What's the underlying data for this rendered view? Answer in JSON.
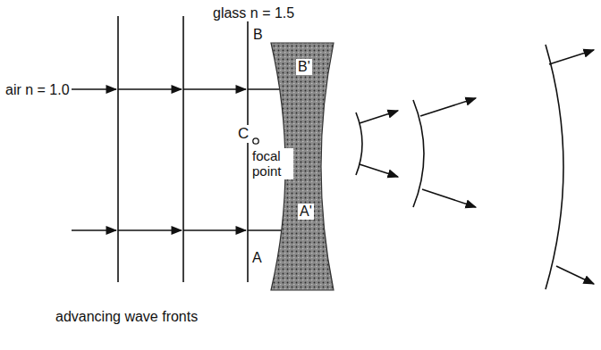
{
  "diagram": {
    "labels": [
      "glass n = 1.5",
      "air n = 1.0",
      "B",
      "B'",
      "C",
      "focal point",
      "A'",
      "A",
      "advancing wave fronts"
    ]
  }
}
